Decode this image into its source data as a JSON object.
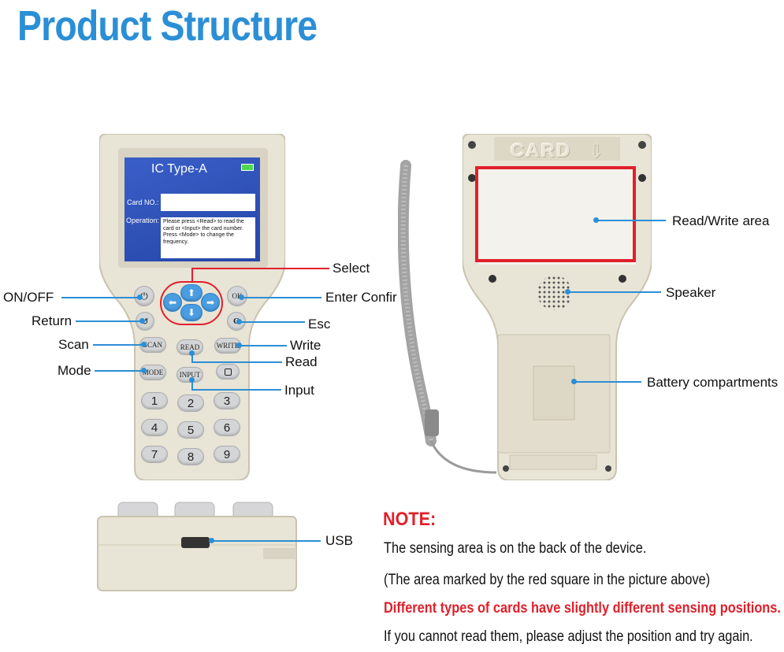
{
  "title": "Product Structure",
  "screen": {
    "header": "IC  Type-A",
    "card_no_label": "Card NO.:",
    "operation_label": "Operation:",
    "operation_text": "Please press <Read> to read the card or <Input> the card number. Press <Mode> to change the frequency."
  },
  "back_emboss": "CARD",
  "keys": {
    "ok": "OK",
    "esc": "C",
    "scan": "SCAN",
    "read": "READ",
    "write": "WRITE",
    "mode": "MODE",
    "input": "INPUT",
    "n1": "1",
    "n2": "2",
    "n3": "3",
    "n4": "4",
    "n5": "5",
    "n6": "6",
    "n7": "7",
    "n8": "8",
    "n9": "9"
  },
  "labels": {
    "on_off": "ON/OFF",
    "return": "Return",
    "scan": "Scan",
    "mode": "Mode",
    "select": "Select",
    "enter_confirm": "Enter  Confir",
    "esc": "Esc",
    "write": "Write",
    "read": "Read",
    "input": "Input",
    "usb": "USB",
    "read_write_area": "Read/Write area",
    "speaker": "Speaker",
    "battery": "Battery compartments"
  },
  "note": {
    "title": "NOTE:",
    "line1": "The sensing area is on the back of the device.",
    "line2": "(The area marked by the red square in the picture above)",
    "line3": "Different types of cards have slightly different sensing positions.",
    "line4": "If you cannot read them, please adjust the position and try again."
  },
  "colors": {
    "accent": "#2b8fd6",
    "highlight": "#e0202b",
    "device": "#e8e4d6"
  }
}
